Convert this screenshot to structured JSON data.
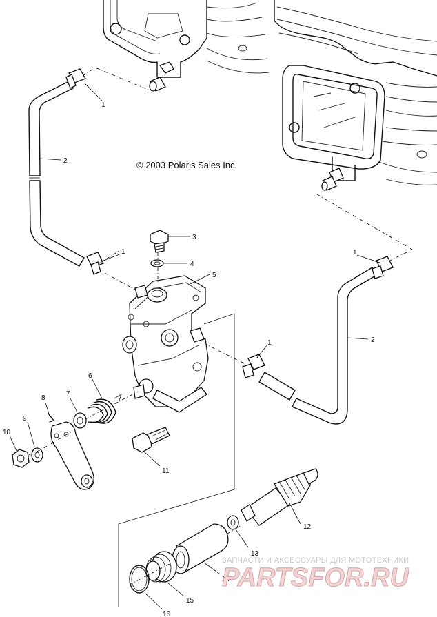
{
  "copyright": "© 2003 Polaris Sales Inc.",
  "watermark": {
    "line1": "ЗАПЧАСТИ И АКСЕССУАРЫ ДЛЯ МОТОТЕХНИКИ",
    "line2": "PARTSFOR.RU"
  },
  "callouts": {
    "c1a": "1",
    "c2a": "2",
    "c1b": "1",
    "c3": "3",
    "c4": "4",
    "c5": "5",
    "c1c": "1",
    "c2b": "2",
    "c1d": "1",
    "c6": "6",
    "c7": "7",
    "c8": "8",
    "c9": "9",
    "c10": "10",
    "c11": "11",
    "c12": "12",
    "c13": "13",
    "c14": "14",
    "c15": "15",
    "c16": "16"
  },
  "colors": {
    "line": "#111111",
    "watermark_text": "#c9c9c9",
    "watermark_logo": "#f1d4d4"
  }
}
